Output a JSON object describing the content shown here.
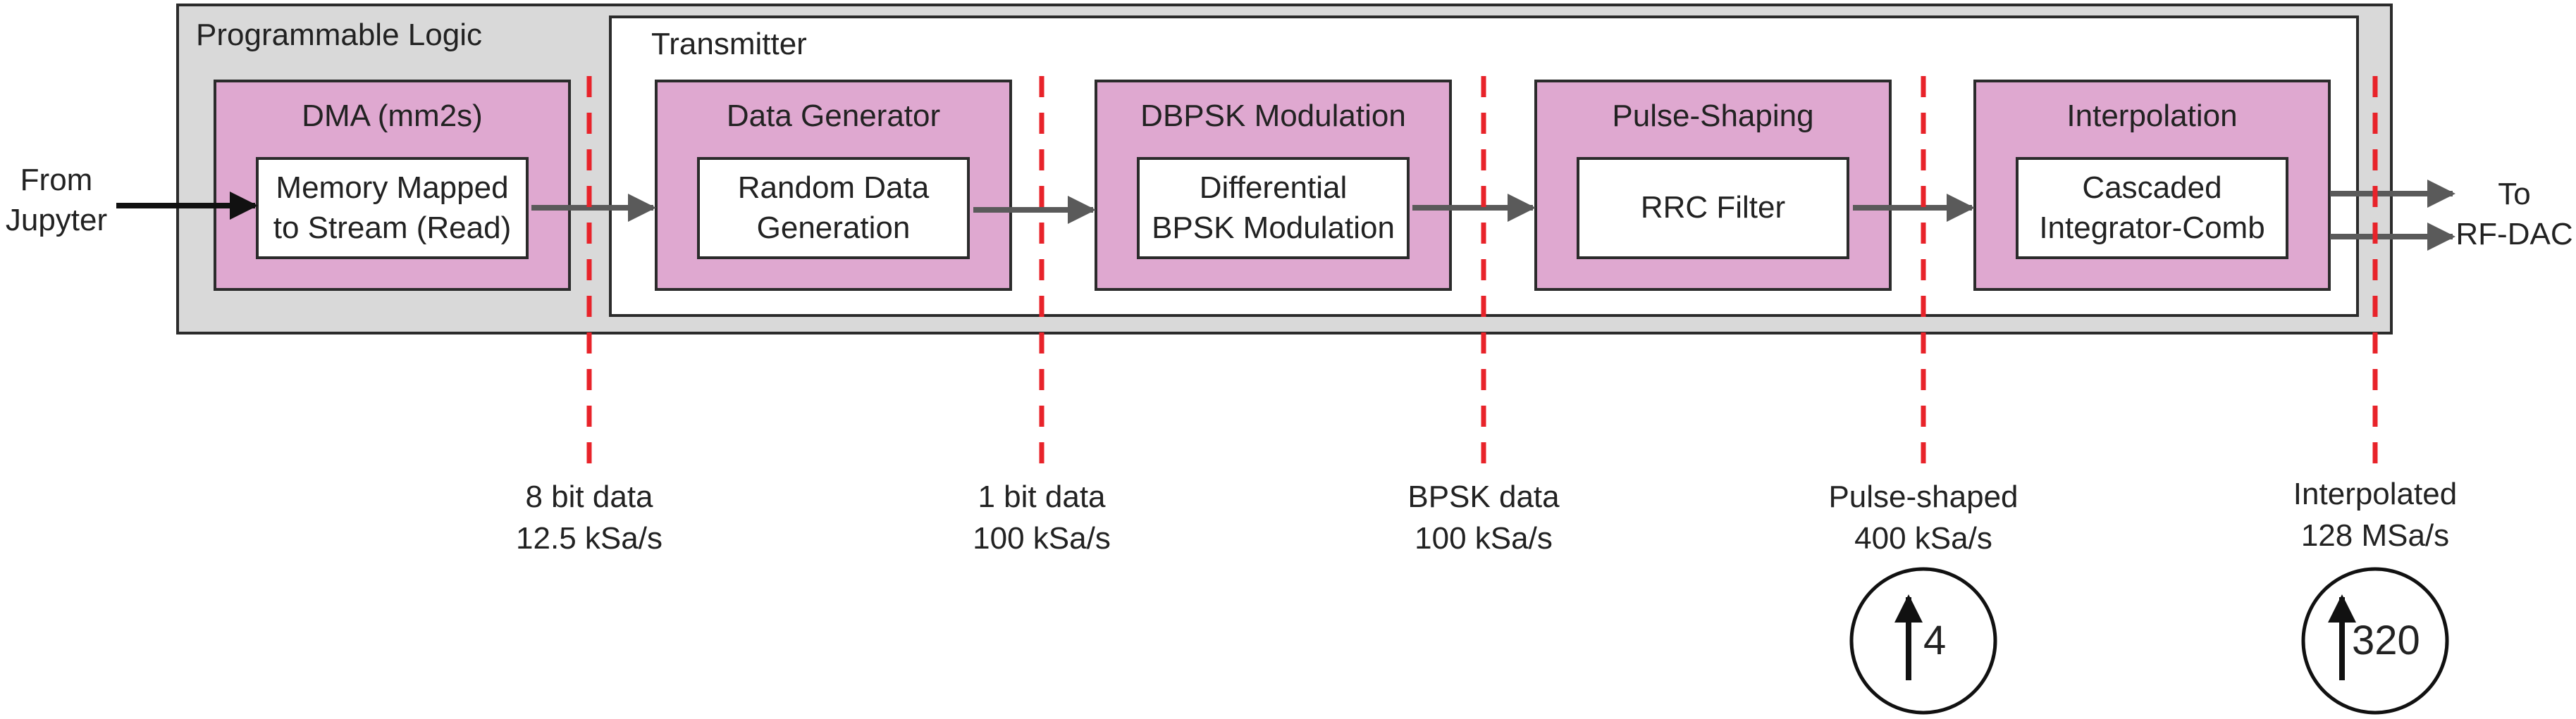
{
  "programmable_logic": {
    "label": "Programmable Logic"
  },
  "transmitter": {
    "label": "Transmitter"
  },
  "input": {
    "label": "From\nJupyter"
  },
  "output": {
    "label": "To\nRF-DAC"
  },
  "blocks": [
    {
      "title": "DMA (mm2s)",
      "inner": "Memory Mapped\nto Stream (Read)"
    },
    {
      "title": "Data Generator",
      "inner": "Random Data\nGeneration"
    },
    {
      "title": "DBPSK Modulation",
      "inner": "Differential\nBPSK Modulation"
    },
    {
      "title": "Pulse-Shaping",
      "inner": "RRC Filter"
    },
    {
      "title": "Interpolation",
      "inner": "Cascaded\nIntegrator-Comb"
    }
  ],
  "rates": [
    {
      "text": "8 bit data\n12.5 kSa/s"
    },
    {
      "text": "1 bit data\n100 kSa/s"
    },
    {
      "text": "BPSK data\n100 kSa/s"
    },
    {
      "text": "Pulse-shaped\n400 kSa/s"
    },
    {
      "text": "Interpolated\n128 MSa/s"
    }
  ],
  "upsample": [
    {
      "factor": "4"
    },
    {
      "factor": "320"
    }
  ],
  "colors": {
    "block_fill": "#dfa8d0",
    "container_fill": "#d9d9d9",
    "divider": "#e8232a",
    "arrow": "#5a5a5a"
  }
}
